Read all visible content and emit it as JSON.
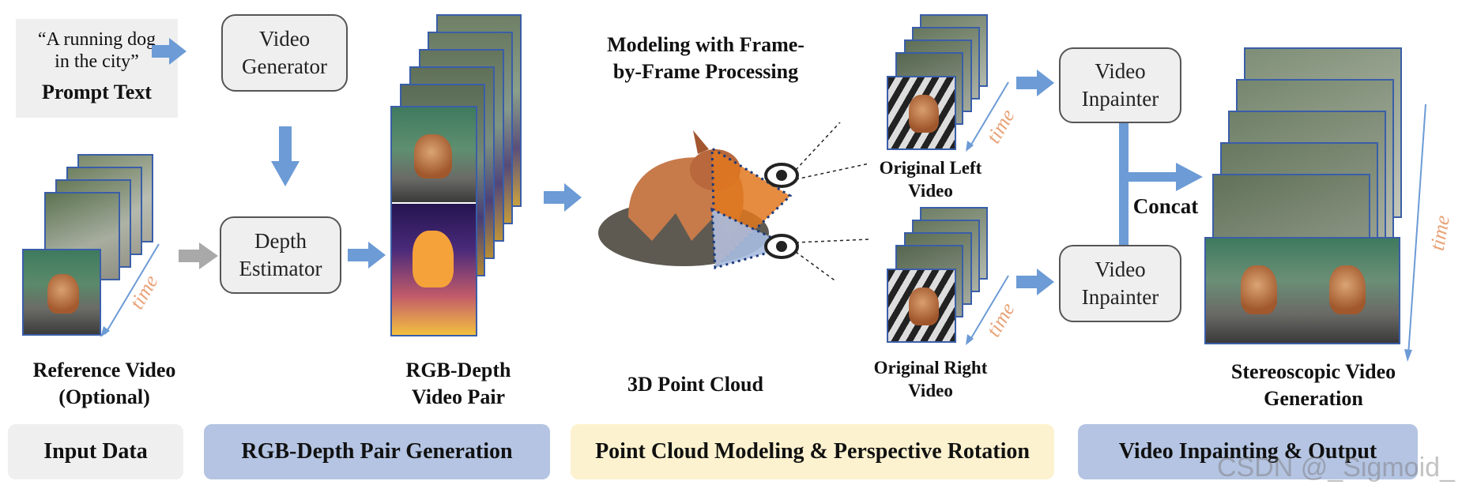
{
  "prompt": {
    "quote": "“A running dog in the city”",
    "label": "Prompt Text"
  },
  "boxes": {
    "video_generator": "Video Generator",
    "depth_estimator": "Depth Estimator",
    "inpainter_top": "Video Inpainter",
    "inpainter_bottom": "Video Inpainter"
  },
  "captions": {
    "reference_video": "Reference Video (Optional)",
    "rgb_depth_pair": "RGB-Depth Video Pair",
    "modeling": "Modeling with Frame-by-Frame Processing",
    "point_cloud": "3D Point Cloud",
    "left_video": "Original Left Video",
    "right_video": "Original Right Video",
    "concat": "Concat",
    "stereoscopic": "Stereoscopic Video Generation",
    "time": "time"
  },
  "sections": [
    {
      "label": "Input Data",
      "color": "#efefef"
    },
    {
      "label": "RGB-Depth Pair Generation",
      "color": "#b4c4e2"
    },
    {
      "label": "Point Cloud Modeling & Perspective Rotation",
      "color": "#fcf2cf"
    },
    {
      "label": "Video Inpainting & Output",
      "color": "#b4c4e2"
    }
  ],
  "watermark": "CSDN @_Sigmoid_",
  "colors": {
    "arrow_blue": "#6c9bd6",
    "arrow_gray": "#a9a9a9",
    "frame_border": "#3a5ea8",
    "time_orange": "#e8a378"
  }
}
